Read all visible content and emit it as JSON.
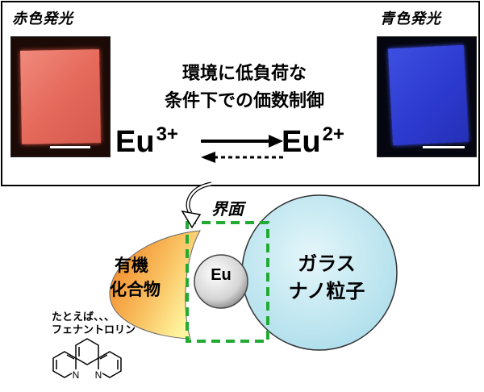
{
  "top_panel": {
    "red_label": "赤色発光",
    "blue_label": "青色発光",
    "condition_line1": "環境に低負荷な",
    "condition_line2": "条件下での価数制御",
    "eu3_base": "Eu",
    "eu3_charge": "3+",
    "eu2_base": "Eu",
    "eu2_charge": "2+",
    "colors": {
      "red_emission": "#e8766a",
      "blue_emission": "#3344d8"
    }
  },
  "bottom_diagram": {
    "interface_label": "界面",
    "organic_line1": "有機",
    "organic_line2": "化合物",
    "eu_ion": "Eu",
    "glass_line1": "ガラス",
    "glass_line2": "ナノ粒子",
    "example_line1": "たとえば、、、",
    "example_line2": "フェナントロリン",
    "molecule_atom": "N",
    "colors": {
      "organic_gradient_start": "#f07a1a",
      "organic_gradient_end": "#fff5a0",
      "glass_fill": "#bfe6f0",
      "interface_dash": "#22aa33"
    }
  }
}
